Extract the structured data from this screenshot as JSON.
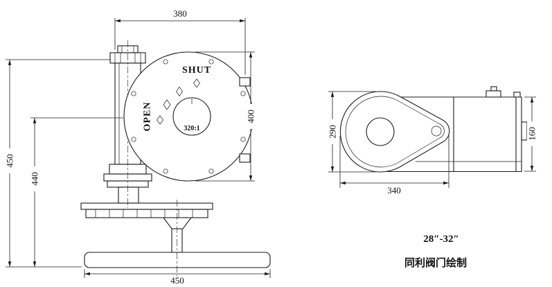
{
  "front_view": {
    "dim_top_width": "380",
    "dim_right_height": "400",
    "dim_left_overall": "450",
    "dim_left_inner": "440",
    "dim_base_width": "450",
    "shut_label": "SHUT",
    "open_label": "OPEN",
    "gear_ratio": "320:1"
  },
  "side_view": {
    "dim_height": "290",
    "dim_length": "340",
    "dim_body_height": "160"
  },
  "notes": {
    "size_range": "28″-32″",
    "maker": "同利阀门绘制"
  },
  "colors": {
    "line": "#1a1a1a",
    "background": "#ffffff"
  }
}
